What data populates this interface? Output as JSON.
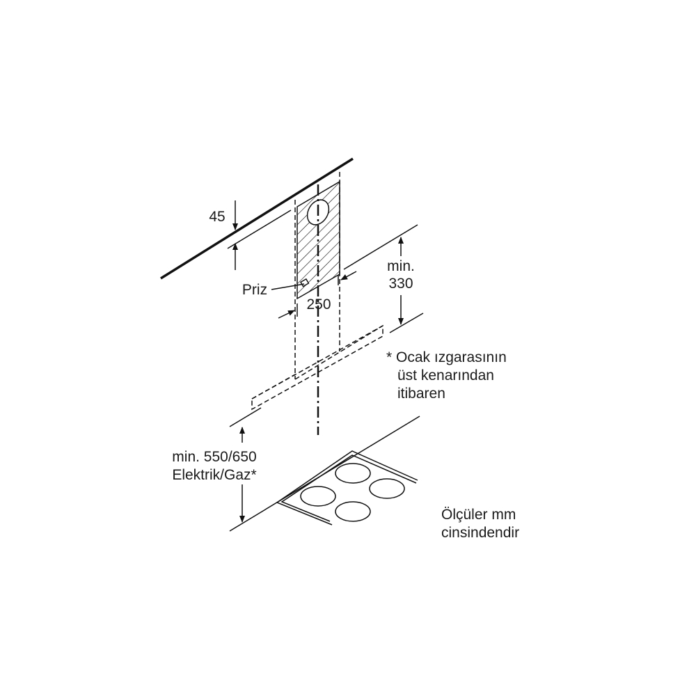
{
  "labels": {
    "wall_offset": "45",
    "socket": "Priz",
    "width": "250",
    "min_top_line1": "min.",
    "min_top_line2": "330",
    "footnote_line1": "* Ocak ızgarasının",
    "footnote_line2": "üst kenarından",
    "footnote_line3": "itibaren",
    "height_line1": "min. 550/650",
    "height_line2": "Elektrik/Gaz*",
    "units_line1": "Ölçüler mm",
    "units_line2": "cinsindendir"
  },
  "colors": {
    "line": "#111111",
    "background": "#ffffff"
  }
}
